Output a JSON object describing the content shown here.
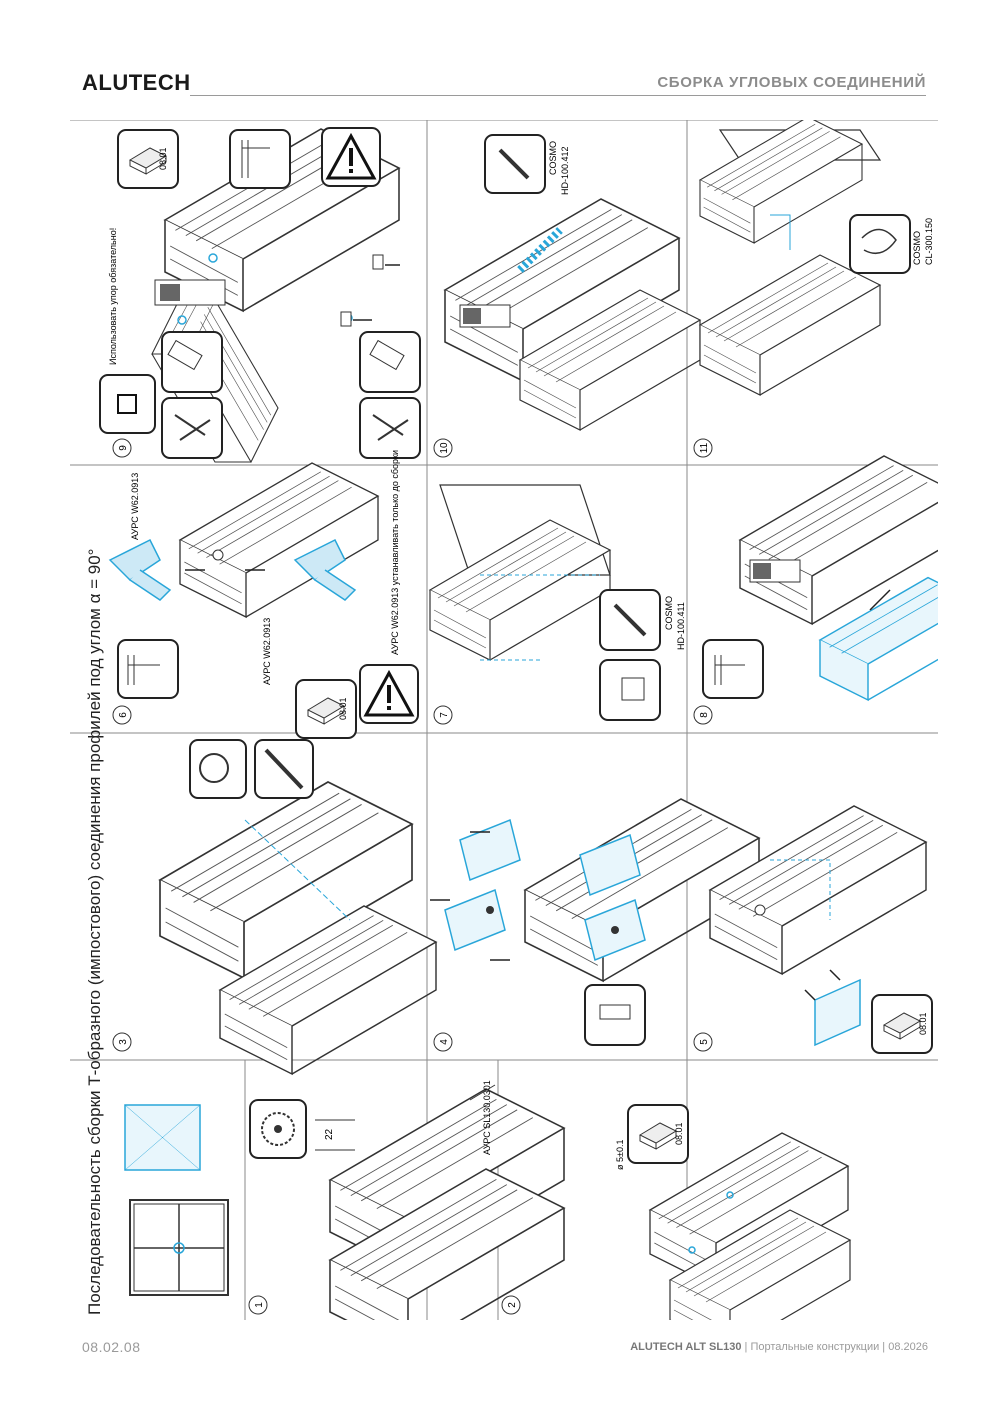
{
  "header": {
    "brand": "ALUTECH",
    "title": "СБОРКА УГЛОВЫХ СОЕДИНЕНИЙ"
  },
  "footer": {
    "page_code": "08.02.08",
    "product": "ALUTECH ALT SL130",
    "separator1": " | ",
    "section": "Портальные конструкции",
    "separator2": " | ",
    "date": "08.2026"
  },
  "main_title": "Последовательность сборки Т-образного (импостового) соединения профилей под углом α = 90°",
  "steps": {
    "s1": {
      "num": "1",
      "part": "АУРС SL130.0301",
      "dim": "22"
    },
    "s2": {
      "num": "2",
      "dim": "ø 5±0.1",
      "tool": "08.01"
    },
    "s3": {
      "num": "3"
    },
    "s4": {
      "num": "4"
    },
    "s5": {
      "num": "5",
      "tool": "08.01"
    },
    "s6": {
      "num": "6",
      "part_a": "АУРС W62.0913",
      "part_b": "АУРС W62.0913",
      "note": "АУРС W62.0913 устанавливать только до сборки",
      "tool": "08.01"
    },
    "s7": {
      "num": "7",
      "glue": "COSMO",
      "glue_code": "HD-100.411"
    },
    "s8": {
      "num": "8"
    },
    "s9": {
      "num": "9",
      "tool": "08.01",
      "note": "Использовать упор обязательно!"
    },
    "s10": {
      "num": "10",
      "glue": "COSMO",
      "glue_code": "HD-100.412"
    },
    "s11": {
      "num": "11",
      "clean": "COSMO",
      "clean_code": "CL-300.150"
    }
  },
  "colors": {
    "accent": "#29a6d9",
    "line": "#333333",
    "grid": "#8a8a8a"
  }
}
